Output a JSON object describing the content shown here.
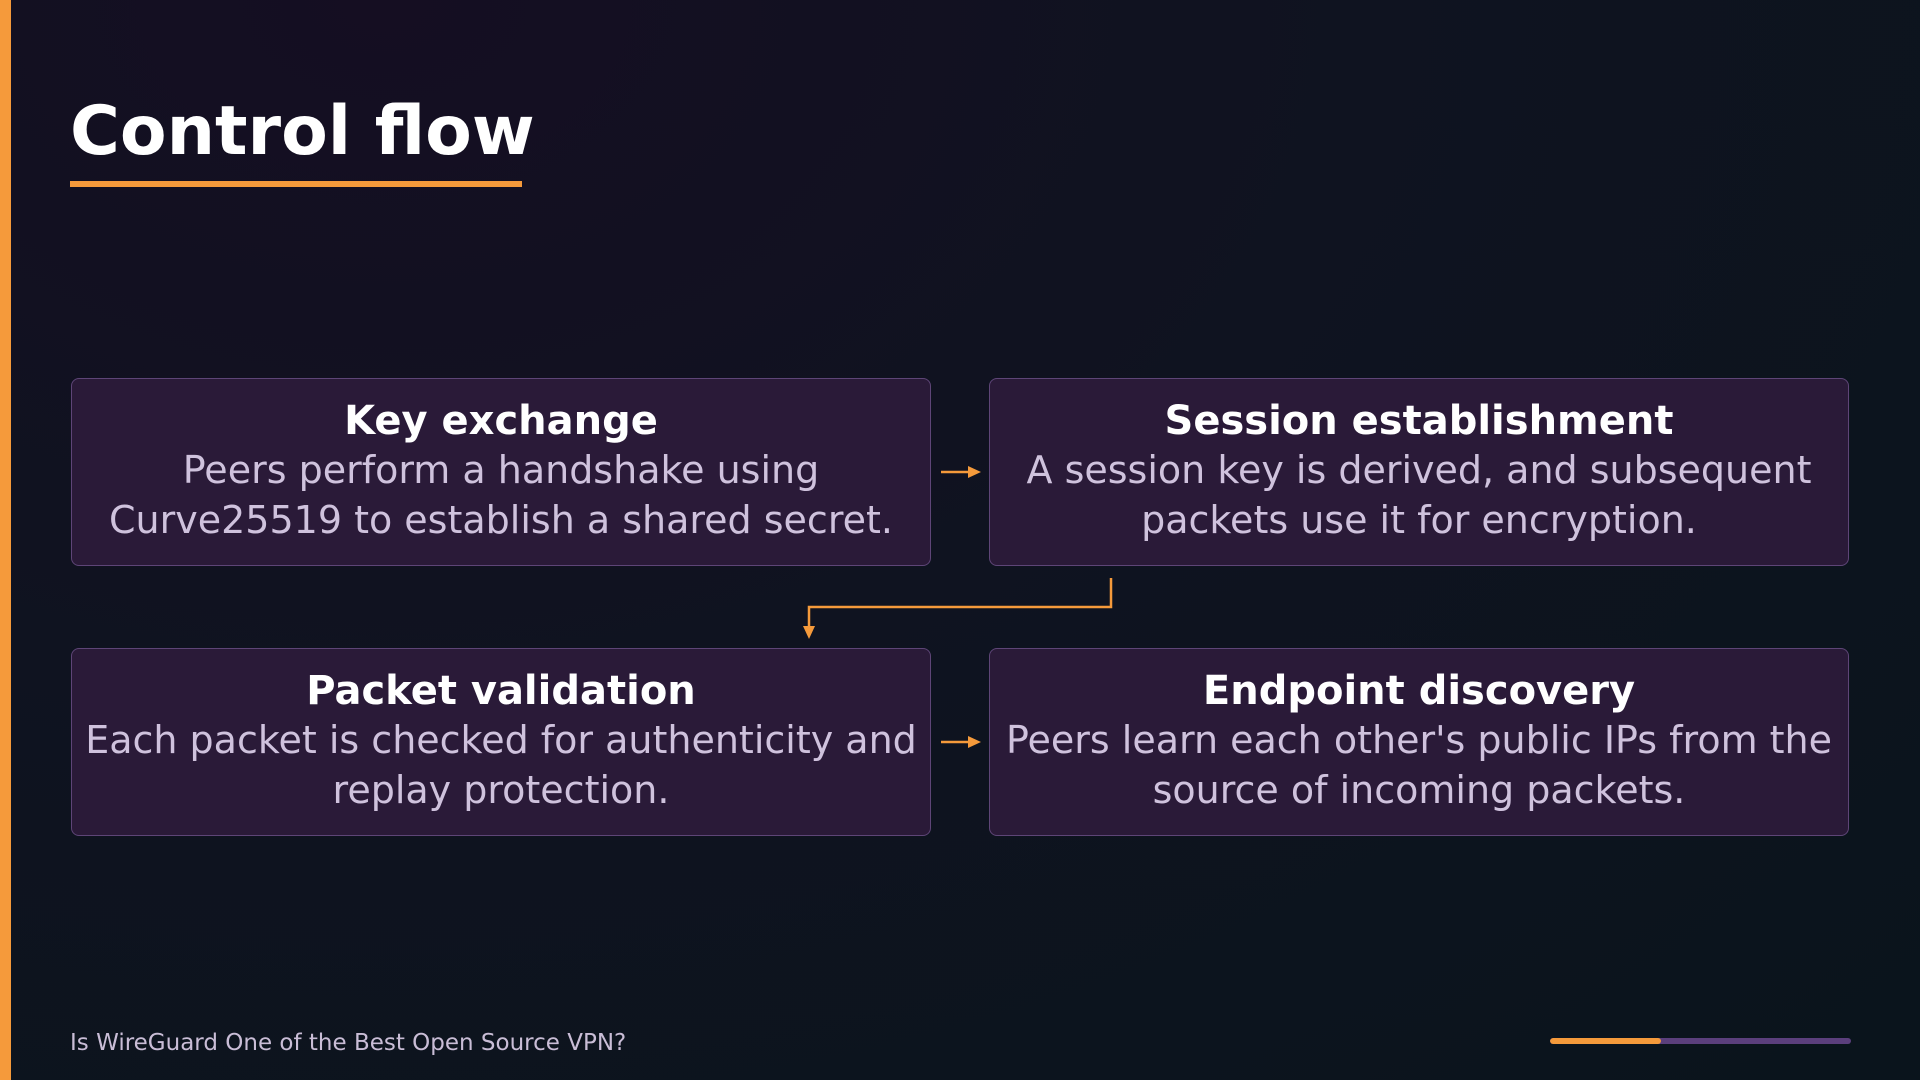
{
  "slide": {
    "title": "Control flow",
    "footer": "Is WireGuard One of the Best Open Source VPN?",
    "progress": 0.37
  },
  "steps": [
    {
      "title": "Key exchange",
      "description": "Peers perform a handshake using Curve25519 to establish a shared secret."
    },
    {
      "title": "Session establishment",
      "description": "A session key is derived, and subsequent packets use it for encryption."
    },
    {
      "title": "Packet validation",
      "description": "Each packet is checked for authenticity and replay protection."
    },
    {
      "title": "Endpoint discovery",
      "description": "Peers learn each other's public IPs from the source of incoming packets."
    }
  ],
  "colors": {
    "accent": "#f59a3b",
    "card_background": "#2a1a38",
    "card_border": "#5e4577",
    "progress_track": "#5b3f7c"
  }
}
